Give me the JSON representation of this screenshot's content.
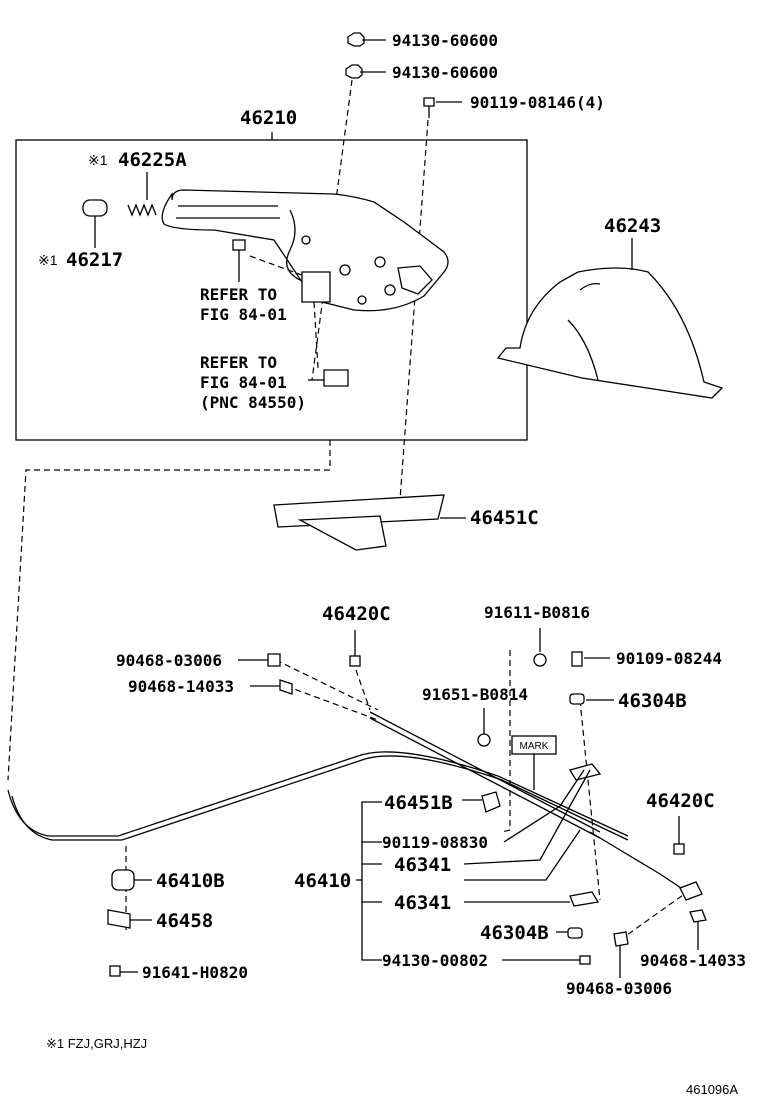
{
  "labels": {
    "p94130_60600_a": "94130-60600",
    "p94130_60600_b": "94130-60600",
    "p90119_08146": "90119-08146(4)",
    "p46210": "46210",
    "p46225A_mark": "※1",
    "p46225A": "46225A",
    "p46217_mark": "※1",
    "p46217": "46217",
    "refer1_line1": "REFER TO",
    "refer1_line2": "FIG 84-01",
    "refer2_line1": "REFER TO",
    "refer2_line2": "FIG 84-01",
    "refer2_line3": "(PNC 84550)",
    "p46243": "46243",
    "p46451C": "46451C",
    "p46420C_top": "46420C",
    "p91611": "91611-B0816",
    "p90468_03006_left": "90468-03006",
    "p90109": "90109-08244",
    "p90468_14033_left": "90468-14033",
    "p91651": "91651-B0814",
    "p46304B_top": "46304B",
    "mark_box": "MARK",
    "p46451B": "46451B",
    "p46420C_right": "46420C",
    "p90119_08830": "90119-08830",
    "p46341_a": "46341",
    "p46410": "46410",
    "p46341_b": "46341",
    "p46304B_bottom": "46304B",
    "p94130_00802": "94130-00802",
    "p90468_14033_right": "90468-14033",
    "p90468_03006_right": "90468-03006",
    "p46410B": "46410B",
    "p46458": "46458",
    "p91641": "91641-H0820",
    "footnote": "※1 FZJ,GRJ,HZJ",
    "figure_id": "461096A"
  }
}
